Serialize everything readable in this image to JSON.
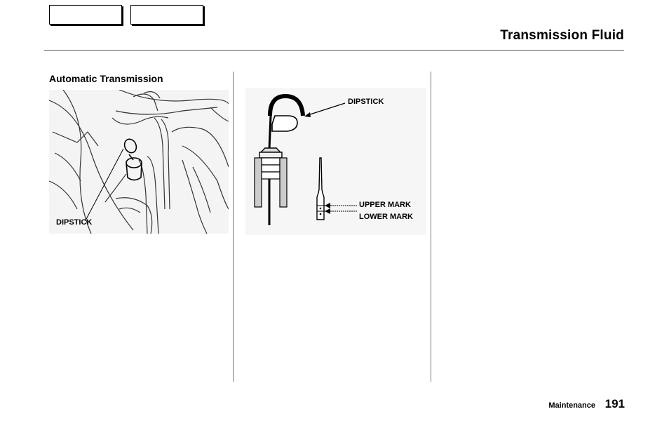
{
  "header": {
    "nav_buttons": [
      "",
      ""
    ],
    "title": "Transmission Fluid"
  },
  "section": {
    "heading": "Automatic Transmission"
  },
  "figure_engine": {
    "label": "DIPSTICK"
  },
  "figure_dipstick": {
    "label_dipstick": "DIPSTICK",
    "label_upper": "UPPER MARK",
    "label_lower": "LOWER MARK"
  },
  "footer": {
    "section_name": "Maintenance",
    "page_number": "191"
  }
}
